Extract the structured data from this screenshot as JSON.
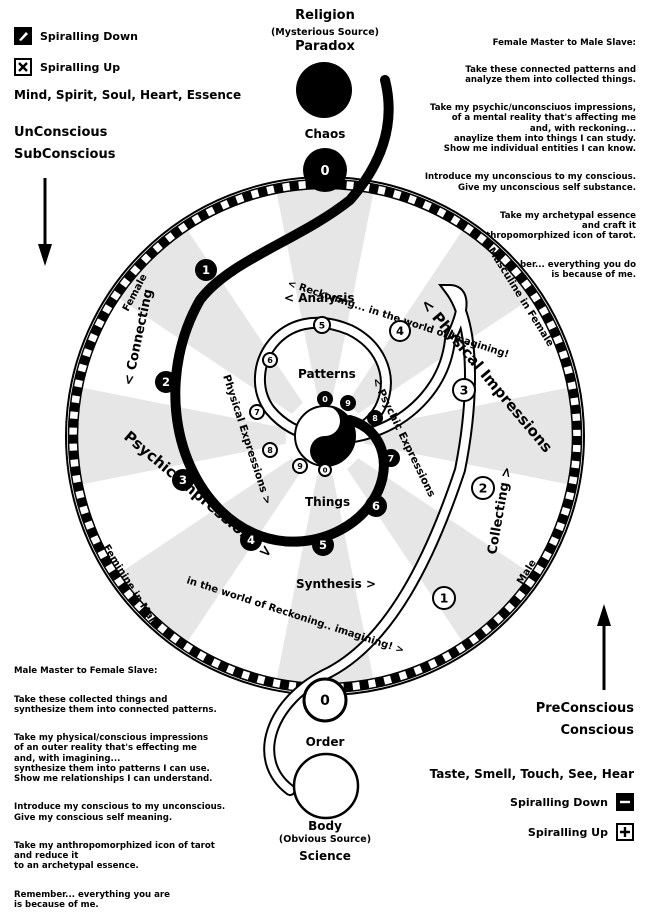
{
  "header": {
    "religion": "Religion",
    "religion_sub": "(Mysterious Source)",
    "paradox": "Paradox",
    "chaos": "Chaos",
    "zero_top": "0"
  },
  "footer": {
    "order": "Order",
    "body": "Body",
    "body_sub": "(Obvious Source)",
    "science": "Science",
    "zero_bottom": "0"
  },
  "legend_top": {
    "down": "Spiralling Down",
    "up": "Spiralling Up",
    "senses": "Mind, Spirit, Soul, Heart, Essence"
  },
  "legend_bottom": {
    "senses": "Taste, Smell, Touch, See, Hear",
    "down": "Spiralling Down",
    "up": "Spiralling Up"
  },
  "left_states": {
    "unconscious": "UnConscious",
    "subconscious": "SubConscious"
  },
  "right_states": {
    "preconscious": "PreConscious",
    "conscious": "Conscious"
  },
  "female_master": {
    "title": "Female Master to Male Slave:",
    "p1": "Take these connected patterns and\nanalyze them into collected things.",
    "p2": "Take my psychic/unconsciuos impressions,\nof a mental reality that's affecting me\nand, with reckoning...\nanaylize them into things I can study.\nShow me individual entities I can know.",
    "p3": "Introduce my unconscious to my conscious.\nGive my unconscious self substance.",
    "p4": "Take my archetypal essence\nand craft it\ninto an anthropomorphized icon of tarot.",
    "p5": "Remember... everything you do\nis because of me."
  },
  "male_master": {
    "title": "Male Master to Female Slave:",
    "p1": "Take these collected things and\nsynthesize them into connected patterns.",
    "p2": "Take my physical/conscious impressions\nof an outer reality that's effecting me\nand, with imagining...\nsynthesize them into patterns I can use.\nShow me relationships I can understand.",
    "p3": "Introduce my conscious to my unconscious.\nGive my conscious self meaning.",
    "p4": "Take my anthropomorphized icon of tarot\nand reduce it\nto an archetypal essence.",
    "p5": "Remember... everything you are\nis because of me."
  },
  "wheel": {
    "female": "Female",
    "masculine_in_female": "Masculine in Female",
    "feminine_in_male": "Feminine in Male",
    "male": "Male",
    "connecting": "< Connecting",
    "collecting": "Collecting >",
    "reckoning": "< Reckoning... in the world of Imagining!",
    "imagining": "in the world of Reckoning.. imagining! >",
    "analysis": "< Analysis",
    "synthesis": "Synthesis >",
    "physical_impressions": "< Physical Impressions",
    "psychic_impressions": "Psychic Impressions >",
    "physical_expressions": "Physical Expressions >",
    "psychic_expressions": "< Psychic Expressions",
    "patterns": "Patterns",
    "things": "Things"
  },
  "markers": {
    "black": [
      "1",
      "2",
      "3",
      "4",
      "5",
      "6",
      "7",
      "8",
      "9",
      "0"
    ],
    "white": [
      "1",
      "2",
      "3",
      "4",
      "5",
      "6",
      "7",
      "8",
      "9",
      "0"
    ]
  },
  "colors": {
    "ink": "#000000",
    "sector": "#e6e6e6",
    "paper": "#ffffff"
  }
}
